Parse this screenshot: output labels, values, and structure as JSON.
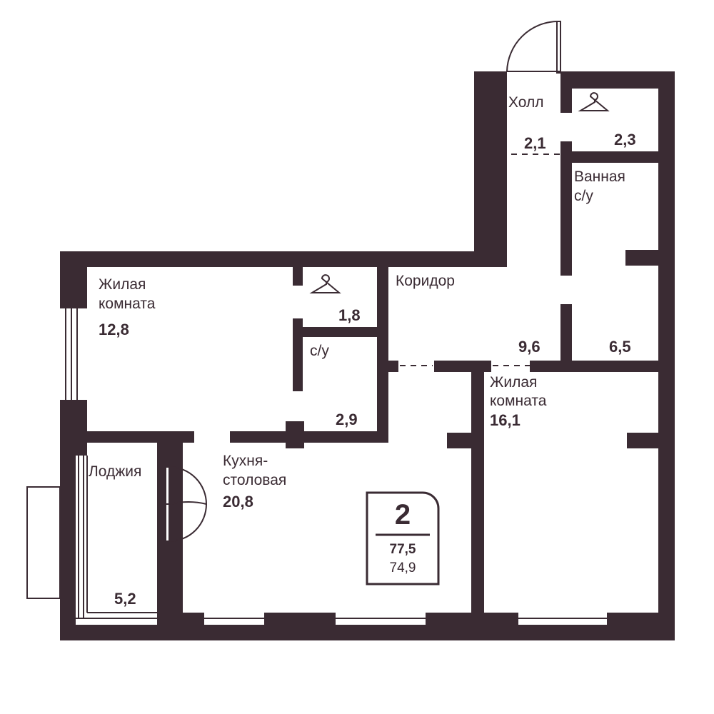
{
  "colors": {
    "wall": "#3a2b33",
    "background": "#ffffff",
    "line": "#3a2b33"
  },
  "rooms": {
    "hall": {
      "label": "Холл",
      "area": "2,1"
    },
    "wardrobe_hall": {
      "area": "2,3",
      "icon": "hanger-icon"
    },
    "bathroom": {
      "label_line1": "Ванная",
      "label_line2": "с/у",
      "area": "6,5"
    },
    "corridor": {
      "label": "Коридор",
      "area": "9,6"
    },
    "living_room_1": {
      "label_line1": "Жилая",
      "label_line2": "комната",
      "area": "12,8"
    },
    "wardrobe_room": {
      "area": "1,8",
      "icon": "hanger-icon"
    },
    "toilet": {
      "label": "с/у",
      "area": "2,9"
    },
    "living_room_2": {
      "label_line1": "Жилая",
      "label_line2": "комната",
      "area": "16,1"
    },
    "kitchen": {
      "label_line1": "Кухня-",
      "label_line2": "столовая",
      "area": "20,8"
    },
    "loggia": {
      "label": "Лоджия",
      "area": "5,2"
    }
  },
  "summary": {
    "rooms_count": "2",
    "total_area": "77,5",
    "living_area": "74,9"
  }
}
